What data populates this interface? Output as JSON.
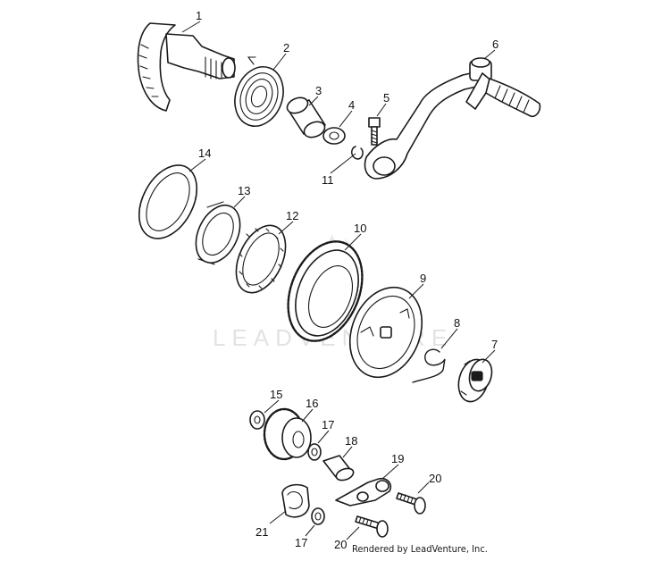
{
  "diagram": {
    "callouts": [
      "1",
      "2",
      "3",
      "4",
      "5",
      "6",
      "7",
      "8",
      "9",
      "10",
      "11",
      "12",
      "13",
      "14",
      "15",
      "16",
      "17",
      "18",
      "19",
      "20",
      "21",
      "17",
      "20"
    ],
    "watermark": "LEADVENTURE",
    "credit": "Rendered by LeadVenture, Inc.",
    "colors": {
      "line": "#1a1a1a",
      "background": "#ffffff",
      "watermark": "#e3e3e3"
    }
  }
}
